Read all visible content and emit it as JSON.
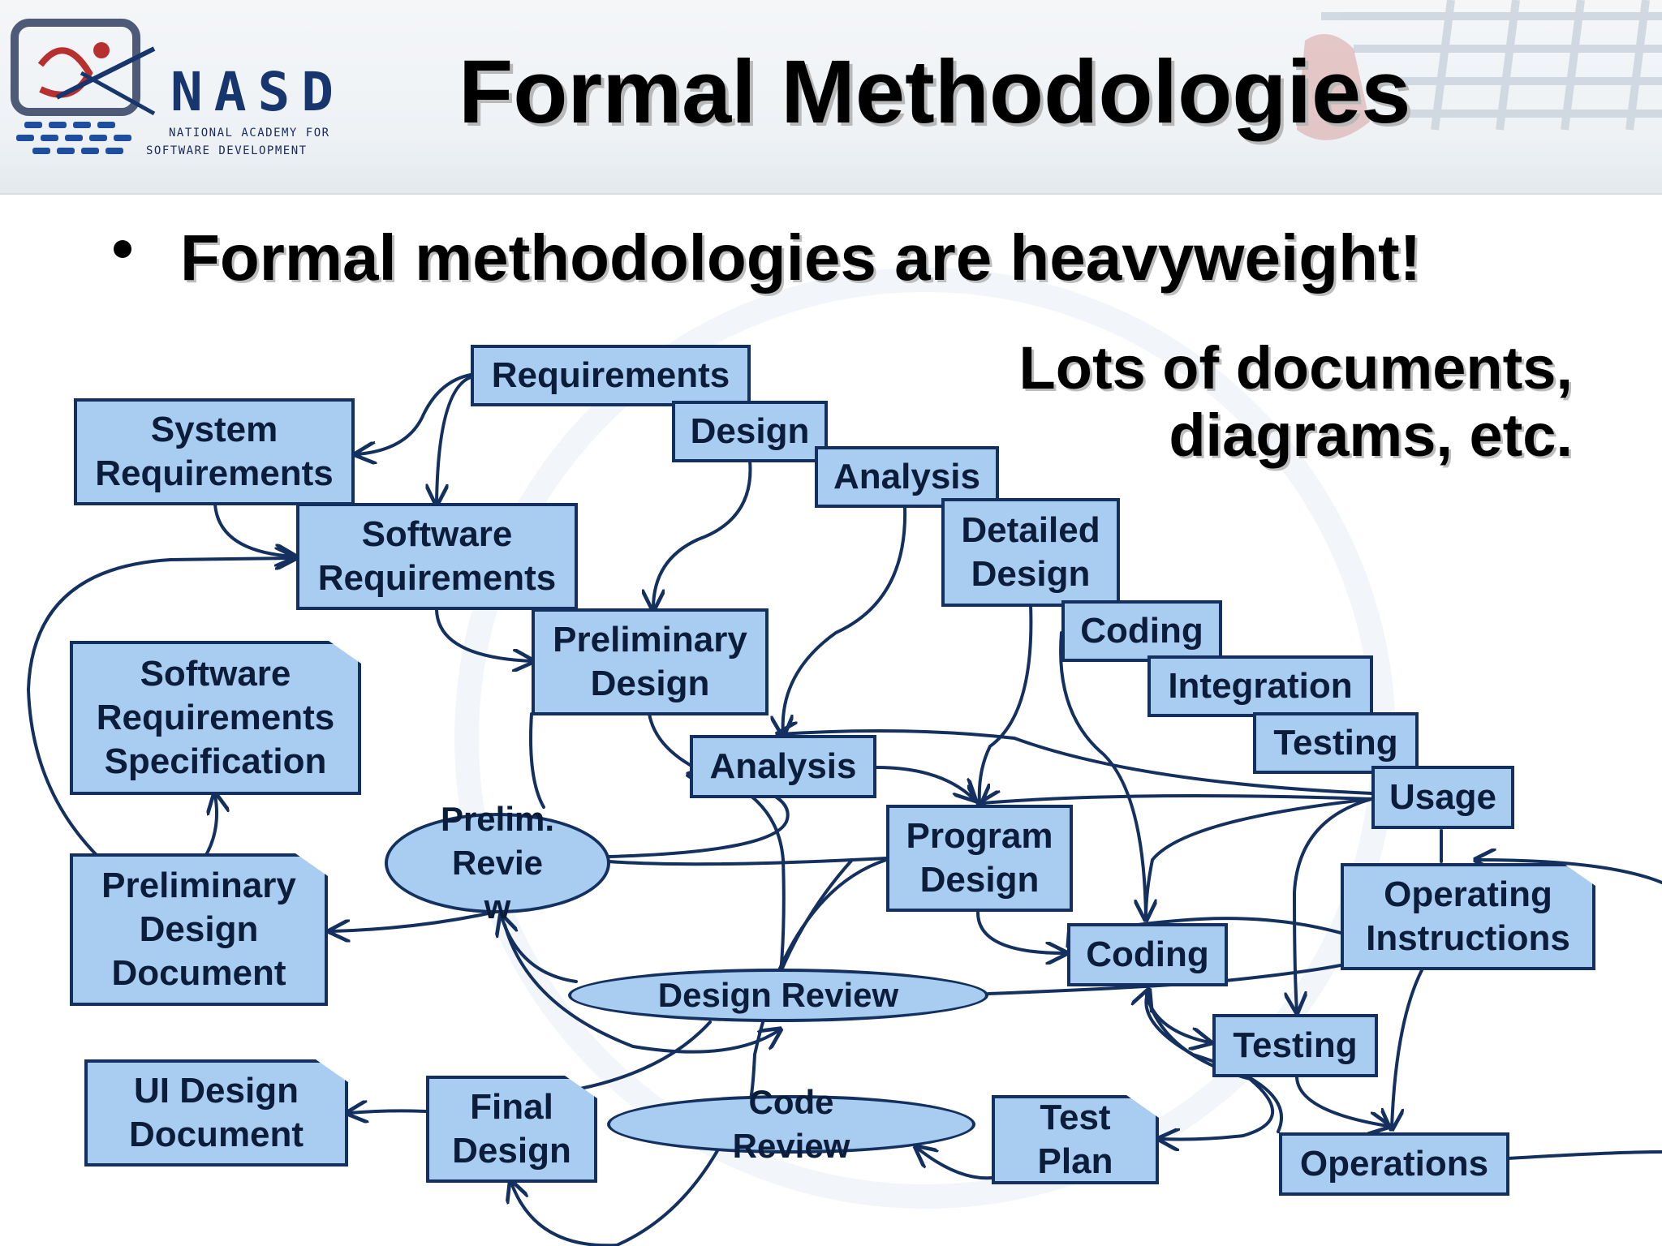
{
  "logo": {
    "name": "NASD",
    "subtitle_line1": "NATIONAL ACADEMY FOR",
    "subtitle_line2": "SOFTWARE DEVELOPMENT"
  },
  "title": "Formal Methodologies",
  "bullet": "Formal methodologies are heavyweight!",
  "callout": {
    "line1": "Lots of documents,",
    "line2": "diagrams, etc."
  },
  "colors": {
    "box_fill": "#a8cdf1",
    "box_border": "#14305f",
    "arrow": "#14305f"
  },
  "boxes": {
    "requirements": "Requirements",
    "design": "Design",
    "analysis_top": "Analysis",
    "detailed_design": "Detailed\nDesign",
    "coding_top": "Coding",
    "integration": "Integration",
    "testing_top": "Testing",
    "usage": "Usage",
    "system_requirements": "System\nRequirements",
    "software_requirements": "Software\nRequirements",
    "preliminary_design": "Preliminary\nDesign",
    "software_requirements_specification": "Software\nRequirements\nSpecification",
    "analysis_mid": "Analysis",
    "program_design": "Program\nDesign",
    "preliminary_design_document": "Preliminary\nDesign\nDocument",
    "operating_instructions": "Operating\nInstructions",
    "coding_mid": "Coding",
    "testing_mid": "Testing",
    "ui_design_document": "UI Design\nDocument",
    "final_design": "Final\nDesign",
    "test_plan": "Test\nPlan",
    "operations": "Operations"
  },
  "ovals": {
    "prelim_review": "Prelim.\nRevie\nw",
    "design_review": "Design Review",
    "code_review": "Code\nReview"
  }
}
